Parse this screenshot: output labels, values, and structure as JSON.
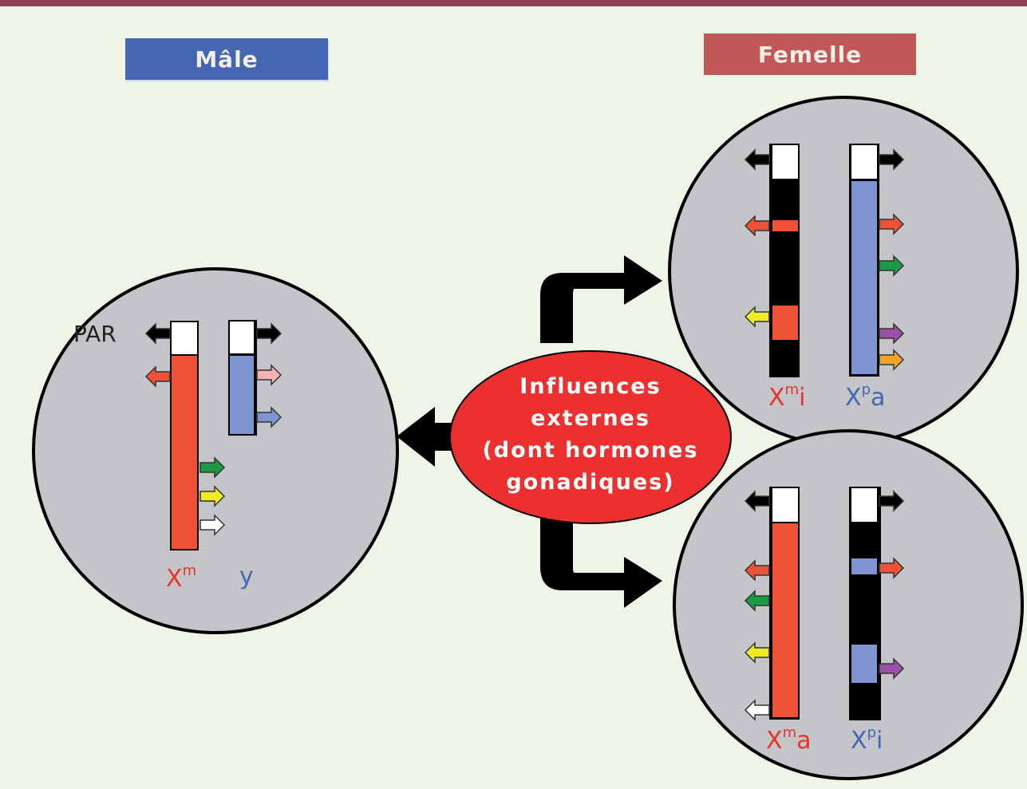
{
  "header": {
    "male_label": "Mâle",
    "female_label": "Femelle"
  },
  "colors": {
    "male_accent": "#4566b0",
    "female_accent": "#c05858",
    "maternal_x": "#ef5136",
    "paternal_x": "#7f95d2",
    "inactive": "#000000",
    "oval": "#ec3030"
  },
  "center": {
    "line1": "Influences",
    "line2": "externes",
    "line3": "(dont hormones",
    "line4": "gonadiques)"
  },
  "male_cell": {
    "par_label": "PAR",
    "chrom1_label": "X",
    "chrom1_sup": "m",
    "chrom2_label": "y",
    "chrom1_gene_arrows": [
      "black-left",
      "red-left",
      "green-right",
      "yellow-right",
      "white-right"
    ],
    "chrom2_gene_arrows": [
      "black-right",
      "pink-right",
      "blue-right"
    ]
  },
  "female_top_cell": {
    "chrom1_label": "X",
    "chrom1_sup": "m",
    "chrom1_suffix": "i",
    "chrom2_label": "X",
    "chrom2_sup": "p",
    "chrom2_suffix": "a",
    "chrom1_gene_arrows": [
      "black-left",
      "red-left",
      "yellow-left"
    ],
    "chrom2_gene_arrows": [
      "black-right",
      "red-right",
      "green-right",
      "purple-right",
      "orange-right"
    ]
  },
  "female_bottom_cell": {
    "chrom1_label": "X",
    "chrom1_sup": "m",
    "chrom1_suffix": "a",
    "chrom2_label": "X",
    "chrom2_sup": "p",
    "chrom2_suffix": "i",
    "chrom1_gene_arrows": [
      "black-left",
      "red-left",
      "green-left",
      "yellow-left",
      "white-left"
    ],
    "chrom2_gene_arrows": [
      "black-right",
      "red-right",
      "purple-right"
    ]
  }
}
